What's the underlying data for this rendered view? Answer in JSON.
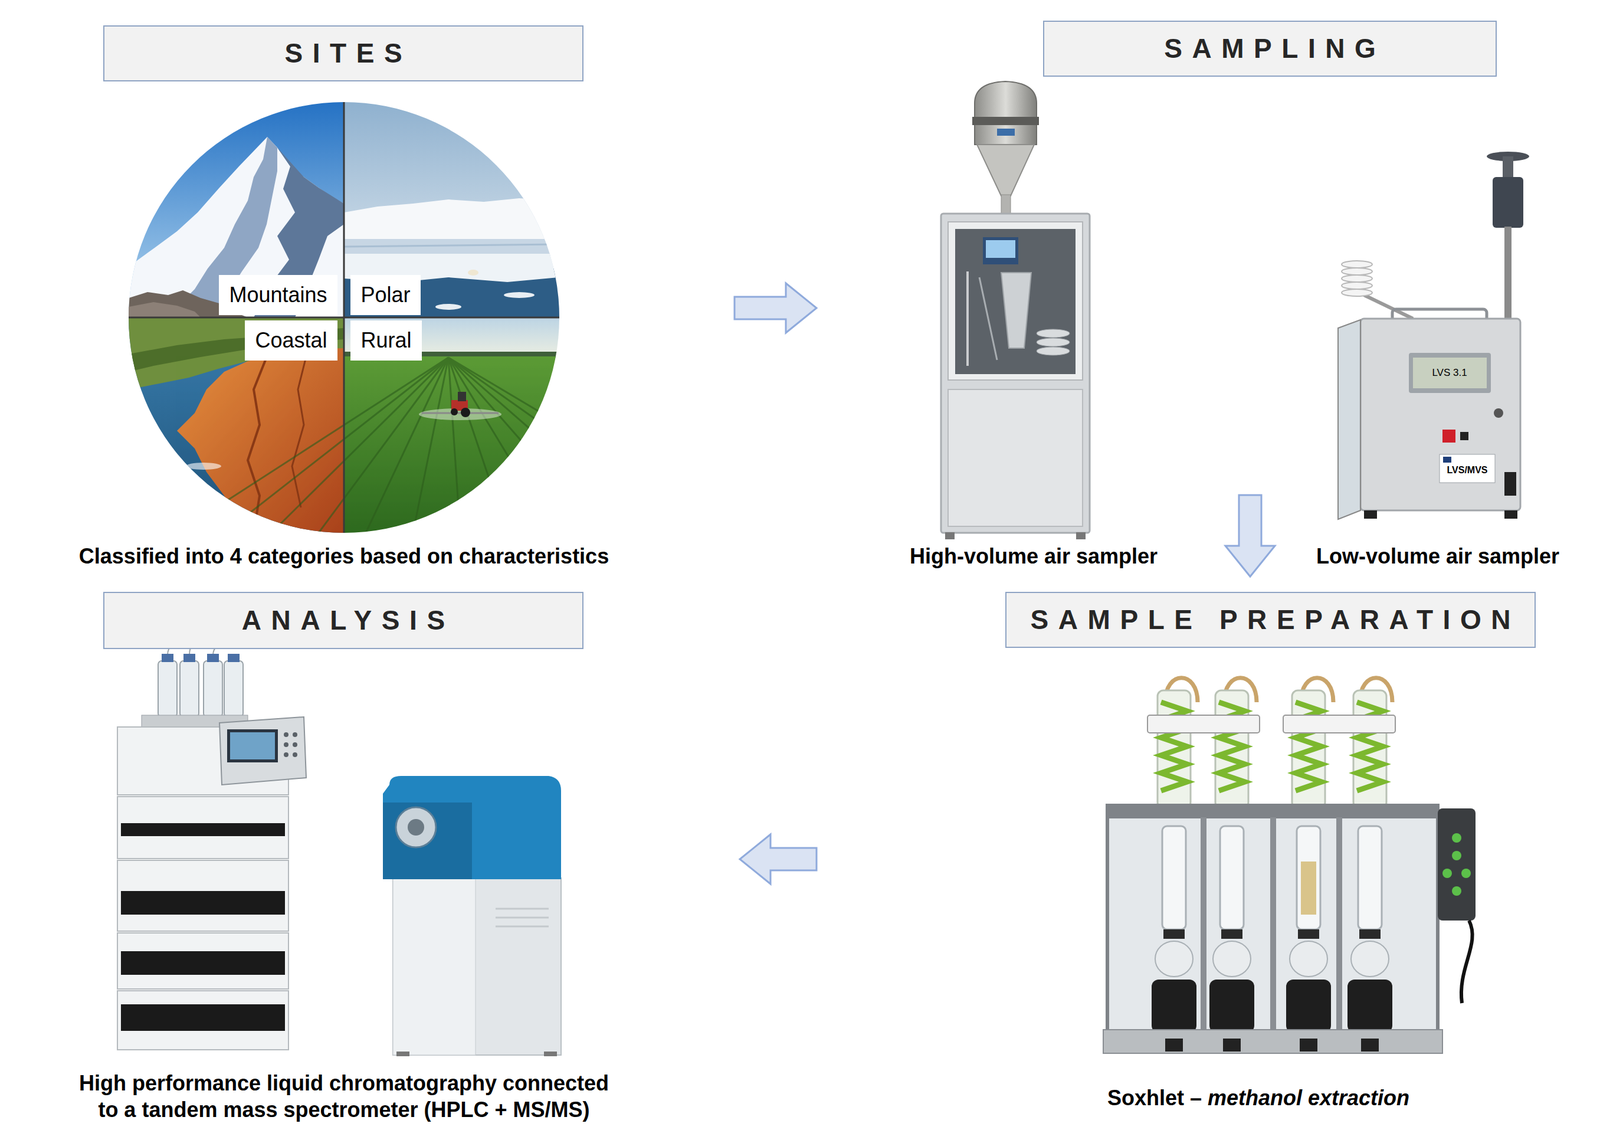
{
  "diagram": {
    "nodes": [
      {
        "text": [
          "SITES"
        ]
      },
      {
        "text": [
          "Mountains"
        ],
        "in": 0
      },
      {
        "text": [
          "Polar"
        ],
        "in": 0
      },
      {
        "text": [
          "Coastal"
        ],
        "in": 0
      },
      {
        "text": [
          "Rural"
        ],
        "in": 0
      },
      {
        "text": [
          "SAMPLING"
        ]
      },
      {
        "text": [
          "SAMPLE PREPARATION"
        ]
      },
      {
        "text": [
          "ANALYSIS"
        ]
      }
    ],
    "edges": [
      {
        "from": 0,
        "to": 5,
        "arrow": "to"
      },
      {
        "from": 5,
        "to": 6,
        "arrow": "to"
      },
      {
        "from": 6,
        "to": 7,
        "arrow": "to"
      }
    ],
    "labels": [
      "Classified into 4 categories based on characteristics",
      "High-volume air sampler",
      "LVS 3.1",
      "LVS/MVS",
      "Low-volume air sampler",
      "High performance liquid chromatography connected to a tandem mass spectrometer (HPLC + MS/MS)",
      "Soxhlet –",
      "methanol extraction"
    ]
  }
}
